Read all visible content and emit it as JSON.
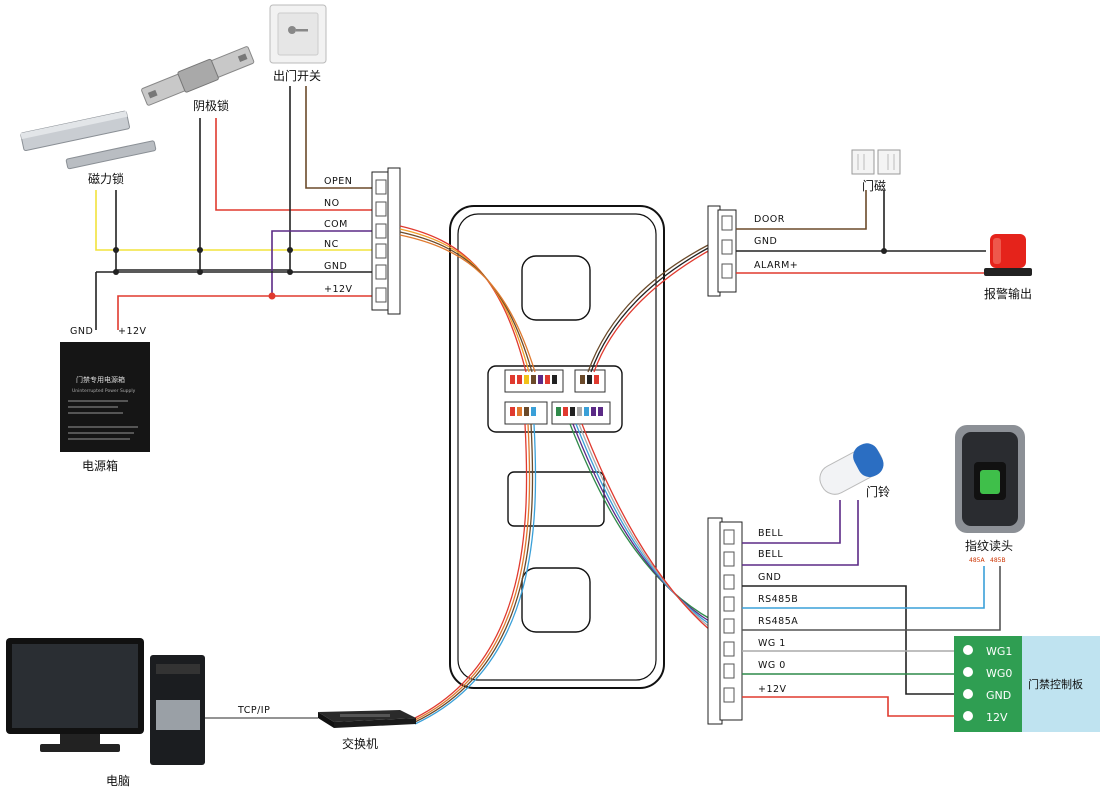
{
  "devices": {
    "exit_button": "出门开关",
    "cathode_lock": "阴极锁",
    "magnetic_lock": "磁力锁",
    "power_box": "电源箱",
    "door_sensor": "门磁",
    "alarm": "报警输出",
    "doorbell": "门铃",
    "fingerprint_reader": "指纹读头",
    "computer": "电脑",
    "switch": "交换机",
    "access_board": "门禁控制板"
  },
  "psu": {
    "title": "门禁专用电源箱",
    "subtitle": "Uninterrupted Power Supply",
    "gnd": "GND",
    "v12": "+12V"
  },
  "left_terminal": [
    "OPEN",
    "NO",
    "COM",
    "NC",
    "GND",
    "+12V"
  ],
  "right_top_terminal": [
    "DOOR",
    "GND",
    "ALARM+"
  ],
  "right_bottom_terminal": [
    "BELL",
    "BELL",
    "GND",
    "RS485B",
    "RS485A",
    "WG 1",
    "WG 0",
    "+12V"
  ],
  "reader_pins": {
    "a": "485A",
    "b": "485B"
  },
  "board_terminals": [
    "WG1",
    "WG0",
    "GND",
    "12V"
  ],
  "network": "TCP/IP",
  "colors": {
    "red": "#e03a2f",
    "yellow": "#f2e33b",
    "purple": "#5b2a86",
    "brown": "#6b4a2a",
    "blue": "#3aa0d8",
    "green": "#2f8a4a",
    "board_bg": "#bfe3f0",
    "terminal_green": "#2f9e52"
  }
}
